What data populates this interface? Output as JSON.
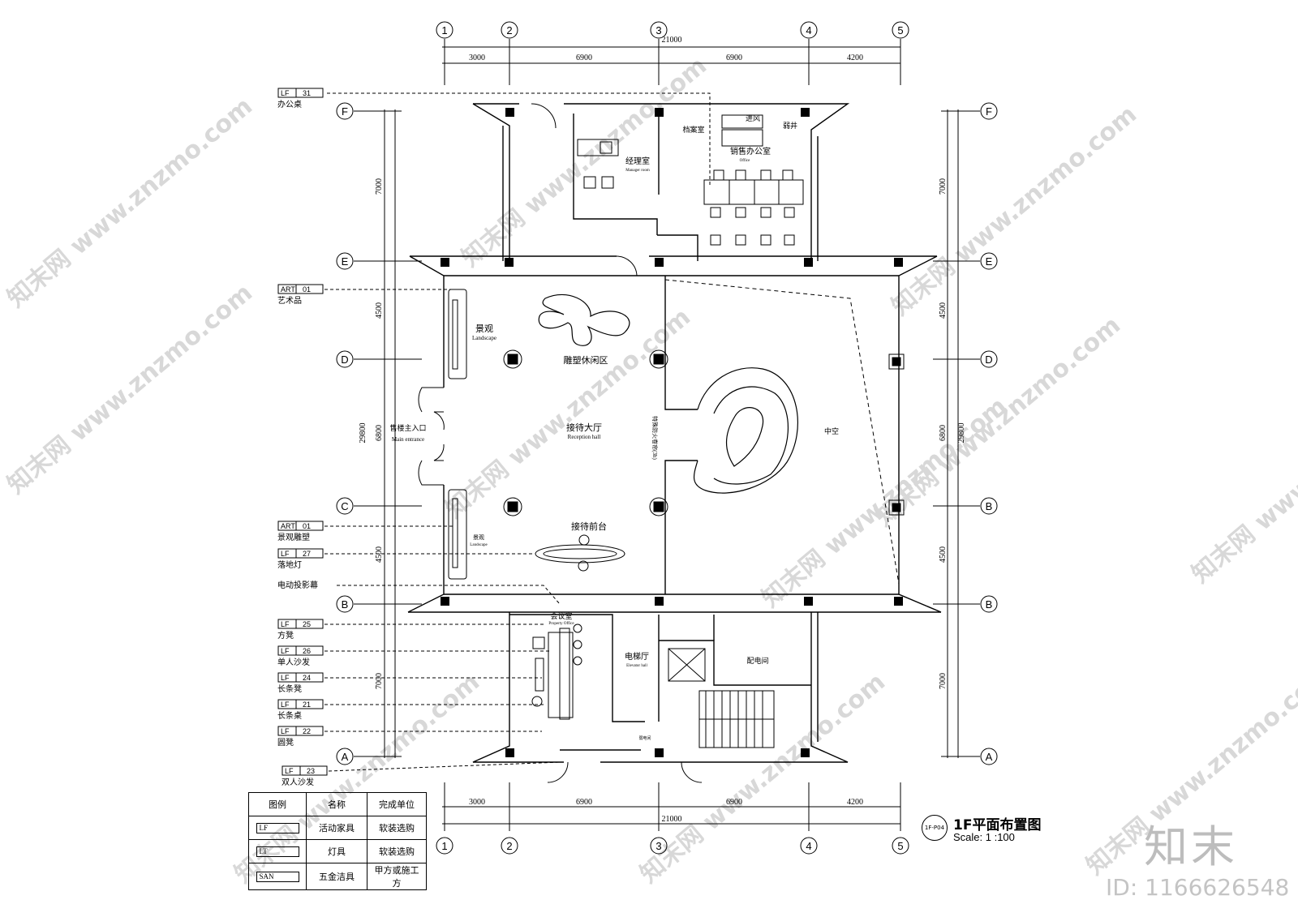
{
  "grid": {
    "columns": [
      "1",
      "2",
      "3",
      "4",
      "5"
    ],
    "rows_left": [
      "F",
      "E",
      "D",
      "C",
      "B",
      "A"
    ],
    "rows_right": [
      "F",
      "E",
      "D",
      "B",
      "B",
      "A"
    ],
    "spans_top": [
      "3000",
      "6900",
      "6900",
      "4200"
    ],
    "total_top": "21000",
    "spans_bottom": [
      "3000",
      "6900",
      "6900",
      "4200"
    ],
    "total_bottom": "21000",
    "left_dims": [
      "7000",
      "4500",
      "6800",
      "4500",
      "7000"
    ],
    "left_total": "29800",
    "right_dims": [
      "7000",
      "4500",
      "6800",
      "4500",
      "7000"
    ],
    "right_total": "29800"
  },
  "tags": [
    {
      "code": "LF",
      "num": "31",
      "name": "办公桌"
    },
    {
      "code": "ART",
      "num": "01",
      "name": "艺术品"
    },
    {
      "code": "ART",
      "num": "01",
      "name": "景观雕塑"
    },
    {
      "code": "LF",
      "num": "27",
      "name": "落地灯"
    },
    {
      "code": "",
      "num": "",
      "name": "电动投影幕"
    },
    {
      "code": "LF",
      "num": "25",
      "name": "方凳"
    },
    {
      "code": "LF",
      "num": "26",
      "name": "单人沙发"
    },
    {
      "code": "LF",
      "num": "24",
      "name": "长条凳"
    },
    {
      "code": "LF",
      "num": "21",
      "name": "长条桌"
    },
    {
      "code": "LF",
      "num": "22",
      "name": "圆凳"
    },
    {
      "code": "LF",
      "num": "23",
      "name": "双人沙发"
    }
  ],
  "rooms": {
    "manager_cn": "经理室",
    "manager_en": "Manager room",
    "archive_cn": "档案室",
    "sales_cn": "销售办公室",
    "sales_en": "Office",
    "fresh_air": "进风",
    "shaft": "弱井",
    "landscape_top_cn": "景观",
    "landscape_top_en": "Landscape",
    "sculpture_cn": "雕塑休闲区",
    "reception_cn": "接待大厅",
    "reception_en": "Reception hall",
    "entrance_cn": "售楼主入口",
    "entrance_en": "Main entrance",
    "front_desk_cn": "接待前台",
    "landscape_bottom_cn": "景观",
    "landscape_bottom_en": "Landscape",
    "atrium_cn": "中空",
    "stair_note": "特殊防火卷帘(3h)",
    "meeting_cn": "会议室",
    "meeting_en": "Property Office",
    "elevator_cn": "电梯厅",
    "elevator_en": "Elevator hall",
    "power_cn": "配电间",
    "small_room": "弱电间"
  },
  "legend": {
    "headers": [
      "图例",
      "名称",
      "完成单位"
    ],
    "rows": [
      {
        "code": "LF",
        "name": "活动家具",
        "unit": "软装选购"
      },
      {
        "code": "LT",
        "name": "灯具",
        "unit": "软装选购"
      },
      {
        "code": "SAN",
        "name": "五金洁具",
        "unit": "甲方或施工方"
      }
    ]
  },
  "title_block": {
    "badge": "1F-P04",
    "title": "1F平面布置图",
    "scale": "Scale: 1  :100"
  },
  "watermark": {
    "site": "www.znzmo.com",
    "logo": "知末网",
    "brand": "知末",
    "id": "ID: 1166626548"
  }
}
